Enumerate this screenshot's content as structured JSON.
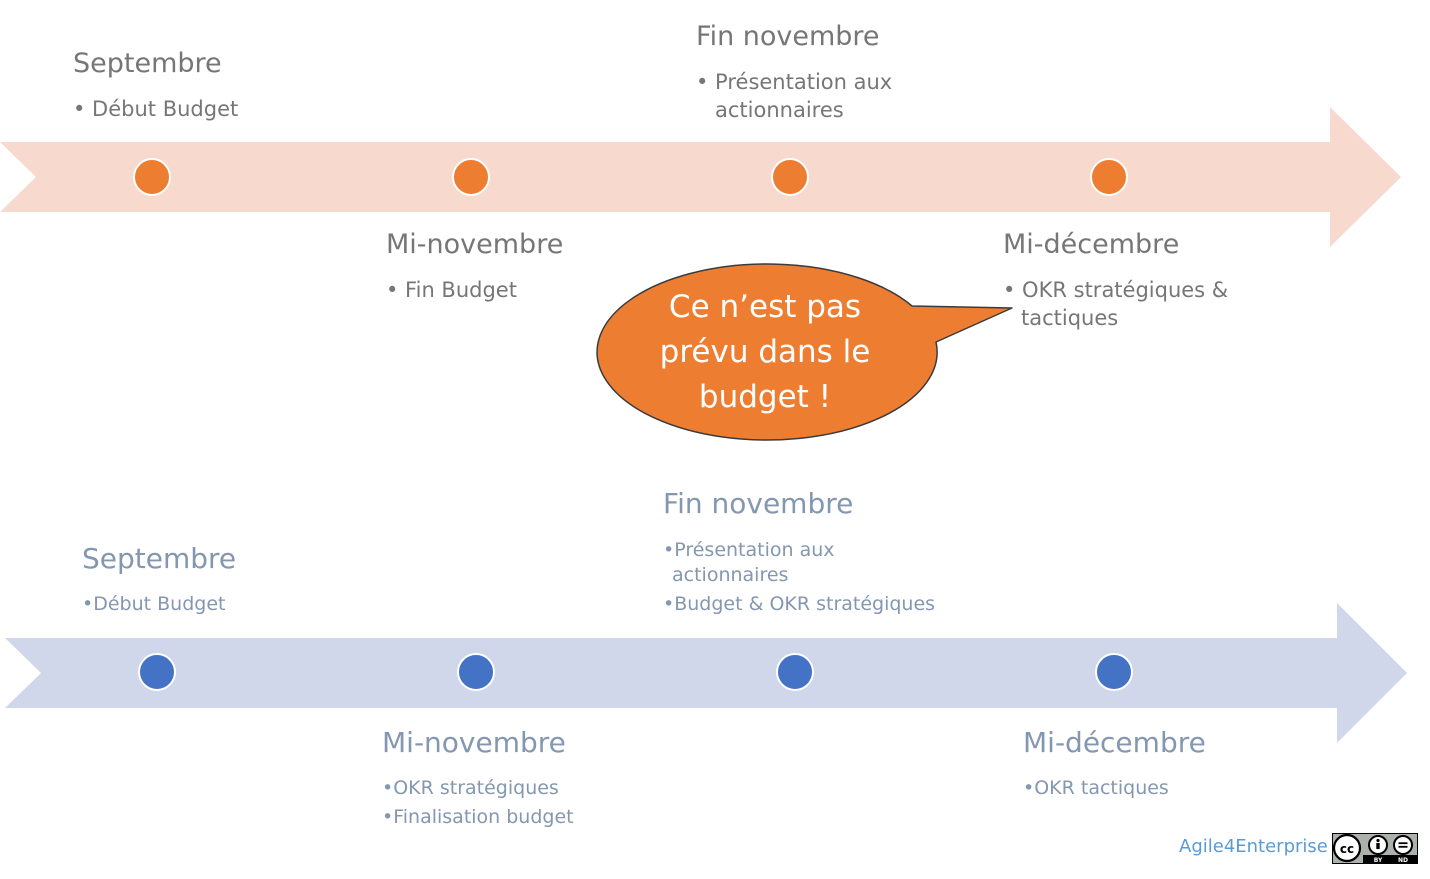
{
  "colors": {
    "top_arrow": "#f8d9cd",
    "top_dot": "#ed7d31",
    "bottom_arrow": "#d0d7ea",
    "bottom_dot": "#4472c4",
    "bubble": "#ed7d31",
    "credit": "#5b9bd5"
  },
  "top": {
    "m1": {
      "title": "Septembre",
      "items": [
        "• Début Budget"
      ]
    },
    "m2": {
      "title": "Mi-novembre",
      "items": [
        "• Fin Budget"
      ]
    },
    "m3": {
      "title": "Fin novembre",
      "items": [
        "• Présentation aux",
        "actionnaires"
      ]
    },
    "m4": {
      "title": "Mi-décembre",
      "items": [
        "• OKR stratégiques &",
        "tactiques"
      ]
    }
  },
  "bubble": {
    "lines": [
      "Ce n’est pas",
      "prévu dans le",
      "budget !"
    ]
  },
  "bottom": {
    "m1": {
      "title": "Septembre",
      "items": [
        "•Début Budget"
      ]
    },
    "m2": {
      "title": "Mi-novembre",
      "items": [
        "•OKR stratégiques",
        "•Finalisation budget"
      ]
    },
    "m3": {
      "title": "Fin novembre",
      "items": [
        "•Présentation aux",
        "actionnaires",
        "•Budget & OKR stratégiques"
      ]
    },
    "m4": {
      "title": "Mi-décembre",
      "items": [
        "•OKR tactiques"
      ]
    }
  },
  "footer": {
    "credit": "Agile4Enterprise",
    "license_icon": "cc-by-nd-icon",
    "license_text": [
      "cc",
      "BY",
      "ND"
    ]
  }
}
